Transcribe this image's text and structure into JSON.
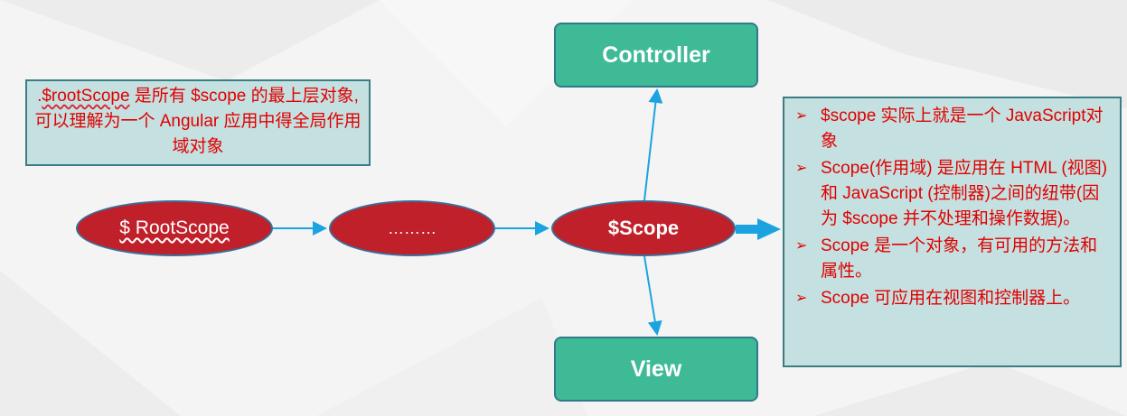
{
  "note": {
    "prefix": ".",
    "highlight": "$rootScope",
    "text": " 是所有 $scope 的最上层对象,可以理解为一个 Angular 应用中得全局作用域对象"
  },
  "nodes": {
    "root": "$ RootScope",
    "dots": "………",
    "scope": "$Scope",
    "controller": "Controller",
    "view": "View"
  },
  "info": {
    "bullet_icon": "arrow-bullet",
    "items": [
      "$scope 实际上就是一个 JavaScript对象",
      "Scope(作用域) 是应用在 HTML (视图) 和 JavaScript (控制器)之间的纽带(因为 $scope 并不处理和操作数据)。",
      "Scope 是一个对象，有可用的方法和属性。",
      "Scope 可应用在视图和控制器上。"
    ]
  },
  "colors": {
    "oval_fill": "#c0202a",
    "green_box": "#3fba97",
    "info_bg": "#c5e0e0",
    "text_red": "#e00000",
    "arrow_blue": "#1ba3e0"
  }
}
